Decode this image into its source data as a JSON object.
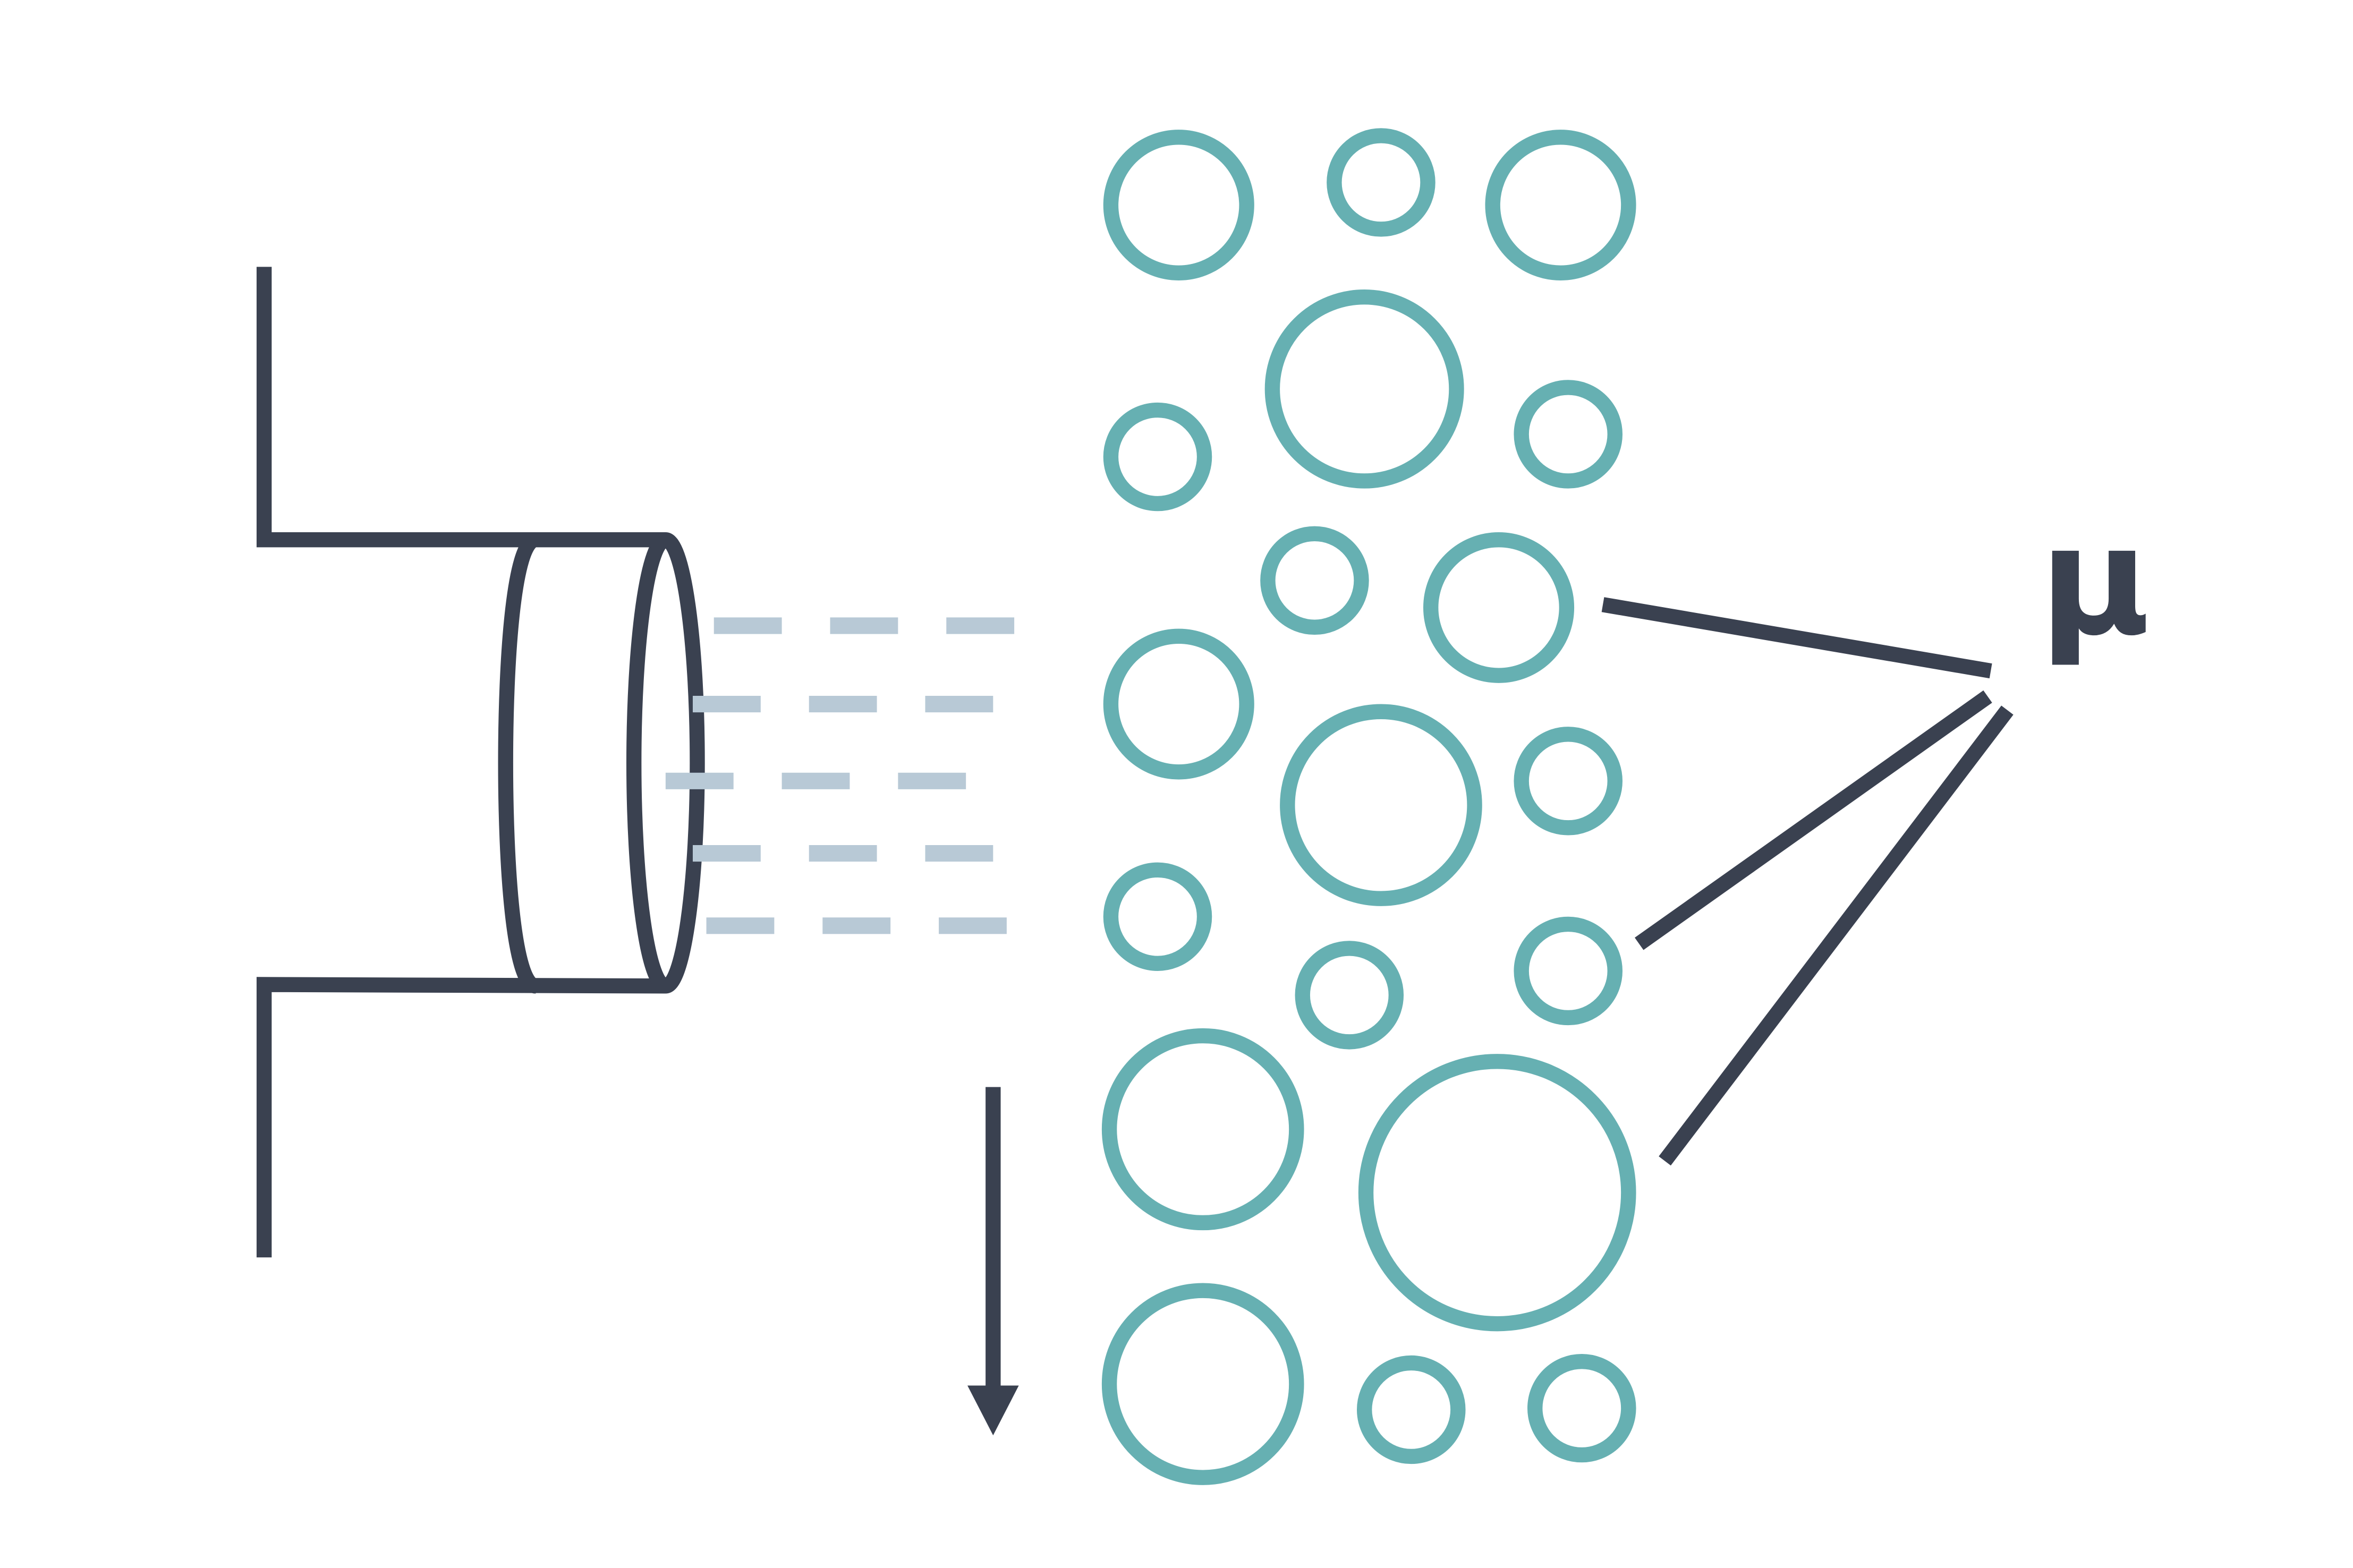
{
  "diagram": {
    "label_mu": "μ",
    "colors": {
      "outline": "#3a4150",
      "bubble": "#66b0b2",
      "dash": "#b8c9d6",
      "background": "#ffffff"
    },
    "elements": {
      "left_wall": "wall-outline",
      "cylinder": "cylinder-outline",
      "spray": "spray-dashes",
      "arrow": "down-arrow-icon",
      "bubbles": "bubble-cluster",
      "pointer_lines": "pointer-lines"
    }
  }
}
